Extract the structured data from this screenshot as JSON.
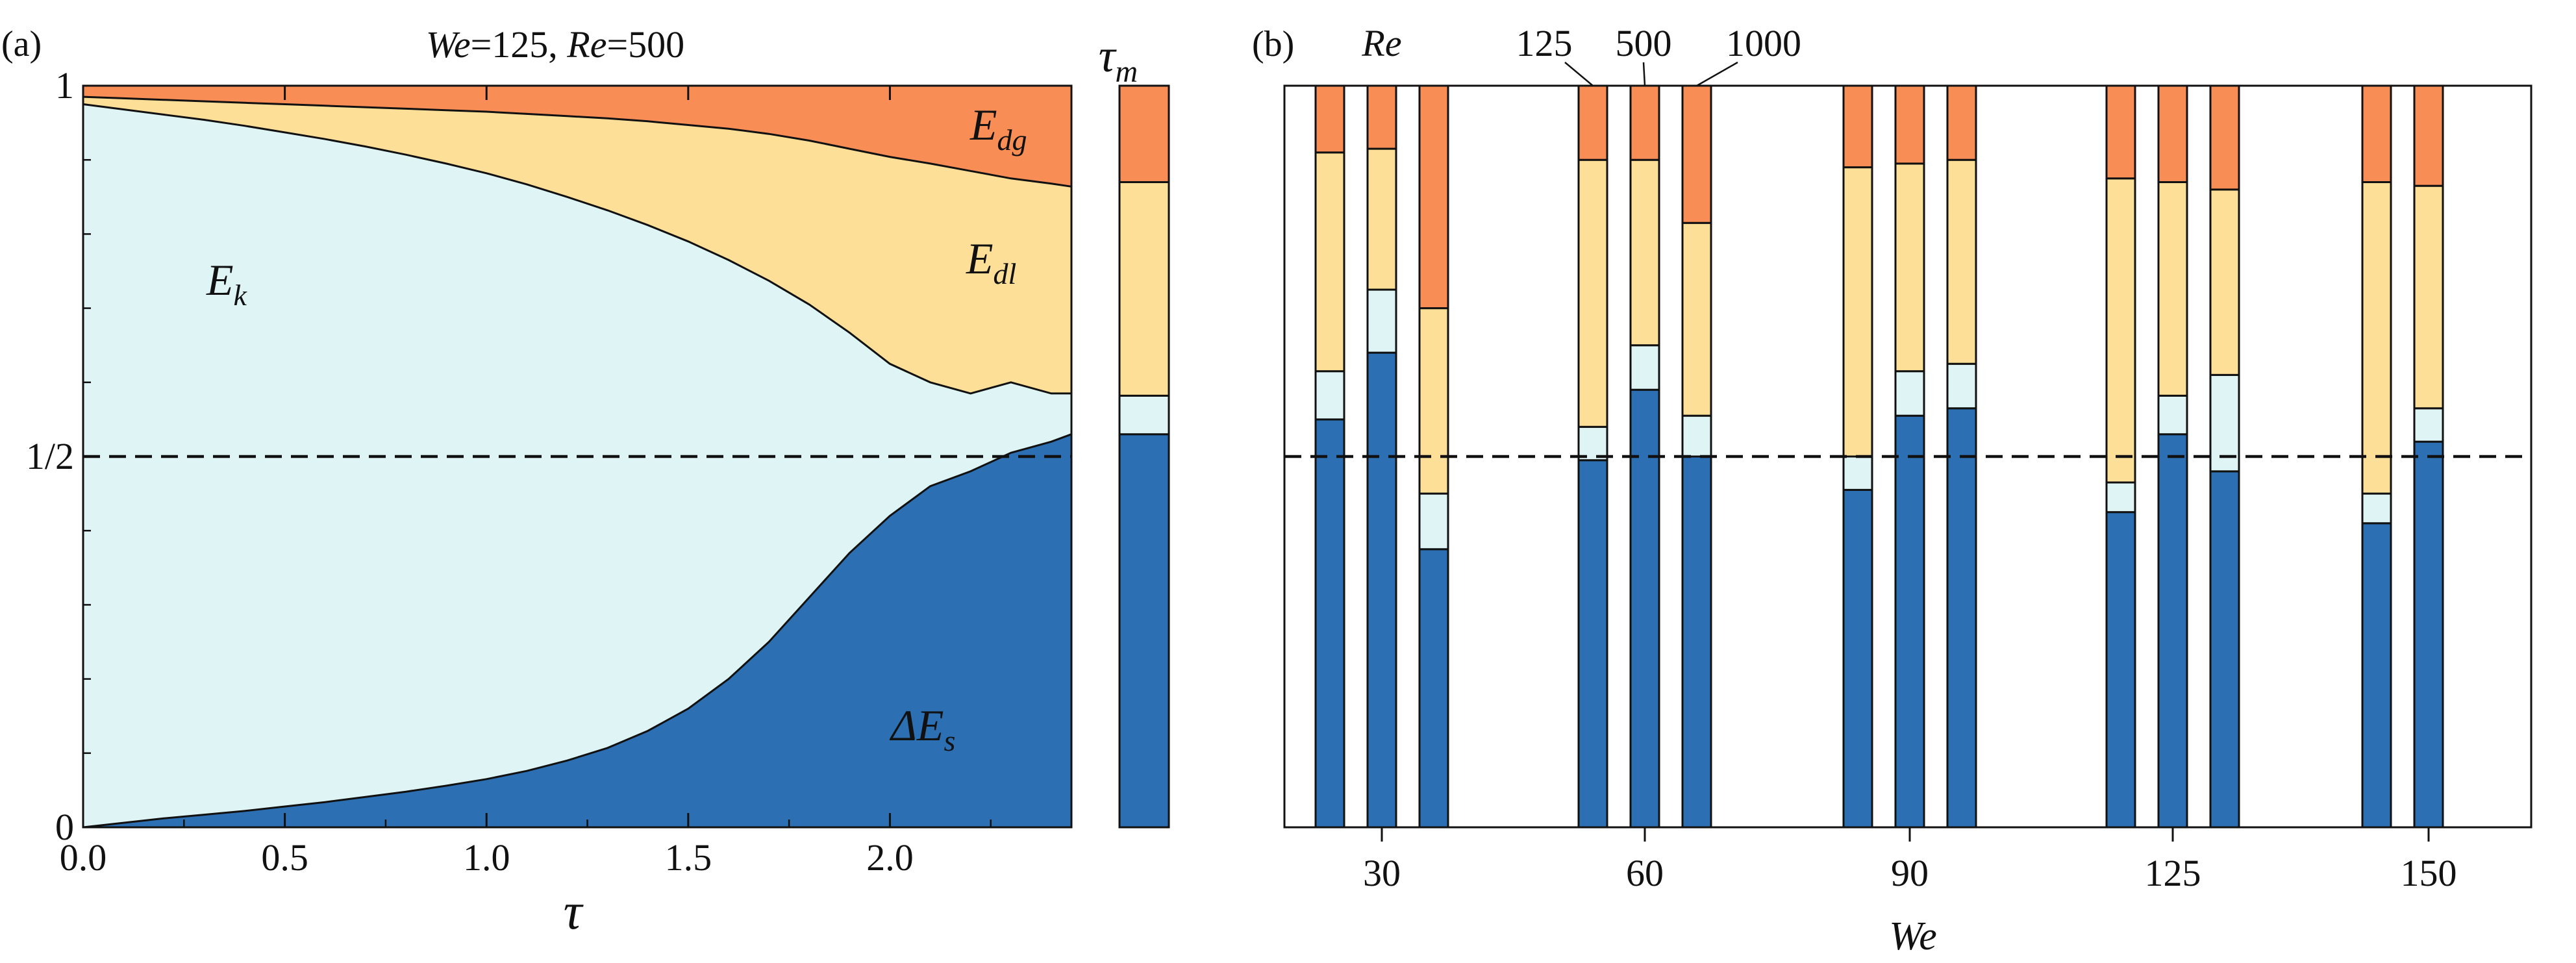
{
  "colors": {
    "deltaEs": "#2c6fb3",
    "Ek": "#dff4f5",
    "Edl": "#fddf98",
    "Edg": "#f88d55",
    "axis": "#111111"
  },
  "chart_data": [
    {
      "panel_label": "(a)",
      "type": "area",
      "title": {
        "we_sym": "We",
        "we_val": "=125, ",
        "re_sym": "Re",
        "re_val": "=500"
      },
      "xlabel": "τ",
      "xlim": [
        0,
        2.45
      ],
      "ylim": [
        0,
        1
      ],
      "x_ticks": [
        0,
        0.5,
        1.0,
        1.5,
        2.0
      ],
      "x_tick_labels": [
        "0.0",
        "0.5",
        "1.0",
        "1.5",
        "2.0"
      ],
      "y_ticks": [
        0,
        0.5,
        1
      ],
      "y_tick_labels": [
        "0",
        "1/2",
        "1"
      ],
      "reference_line": 0.5,
      "region_labels": {
        "Ek": {
          "base": "E",
          "sub": "k"
        },
        "Edl": {
          "base": "E",
          "sub": "dl"
        },
        "Edg": {
          "base": "E",
          "sub": "dg"
        },
        "deltaEs": {
          "base": "ΔE",
          "sub": "s"
        }
      },
      "x": [
        0,
        0.1,
        0.2,
        0.3,
        0.4,
        0.5,
        0.6,
        0.7,
        0.8,
        0.9,
        1.0,
        1.1,
        1.2,
        1.3,
        1.4,
        1.5,
        1.6,
        1.7,
        1.8,
        1.9,
        2.0,
        2.1,
        2.2,
        2.3,
        2.4,
        2.45
      ],
      "boundaries": {
        "deltaEs_top": [
          0.0,
          0.006,
          0.012,
          0.017,
          0.022,
          0.028,
          0.034,
          0.041,
          0.048,
          0.056,
          0.065,
          0.076,
          0.09,
          0.107,
          0.13,
          0.16,
          0.2,
          0.25,
          0.31,
          0.37,
          0.42,
          0.46,
          0.48,
          0.505,
          0.52,
          0.53
        ],
        "Ek_top": [
          0.975,
          0.968,
          0.961,
          0.954,
          0.946,
          0.937,
          0.928,
          0.918,
          0.907,
          0.895,
          0.882,
          0.867,
          0.85,
          0.832,
          0.812,
          0.79,
          0.765,
          0.737,
          0.705,
          0.667,
          0.625,
          0.6,
          0.585,
          0.6,
          0.585,
          0.585
        ],
        "Edl_top": [
          0.985,
          0.983,
          0.981,
          0.979,
          0.977,
          0.975,
          0.973,
          0.971,
          0.969,
          0.967,
          0.965,
          0.962,
          0.959,
          0.956,
          0.952,
          0.947,
          0.942,
          0.935,
          0.926,
          0.915,
          0.904,
          0.895,
          0.885,
          0.875,
          0.868,
          0.864
        ]
      },
      "tau_m": {
        "label_base": "τ",
        "label_sub": "m",
        "stack": {
          "deltaEs": 0.53,
          "Ek": 0.052,
          "Edl": 0.288,
          "Edg": 0.13
        }
      }
    },
    {
      "panel_label": "(b)",
      "type": "bar",
      "stacked": true,
      "xlabel": "We",
      "series_order": [
        "deltaEs",
        "Ek",
        "Edl",
        "Edg"
      ],
      "ylim": [
        0,
        1
      ],
      "reference_line": 0.5,
      "re_legend": {
        "title": "Re",
        "labels": [
          "125",
          "500",
          "1000"
        ]
      },
      "categories": [
        "30",
        "60",
        "90",
        "125",
        "150"
      ],
      "groups": [
        {
          "We": "30",
          "bars": [
            {
              "Re": "125",
              "deltaEs": 0.55,
              "Ek": 0.065,
              "Edl": 0.295,
              "Edg": 0.09
            },
            {
              "Re": "500",
              "deltaEs": 0.64,
              "Ek": 0.085,
              "Edl": 0.19,
              "Edg": 0.085
            },
            {
              "Re": "1000",
              "deltaEs": 0.375,
              "Ek": 0.075,
              "Edl": 0.25,
              "Edg": 0.3
            }
          ]
        },
        {
          "We": "60",
          "bars": [
            {
              "Re": "125",
              "deltaEs": 0.495,
              "Ek": 0.045,
              "Edl": 0.36,
              "Edg": 0.1
            },
            {
              "Re": "500",
              "deltaEs": 0.59,
              "Ek": 0.06,
              "Edl": 0.25,
              "Edg": 0.1
            },
            {
              "Re": "1000",
              "deltaEs": 0.5,
              "Ek": 0.055,
              "Edl": 0.26,
              "Edg": 0.185
            }
          ]
        },
        {
          "We": "90",
          "bars": [
            {
              "Re": "125",
              "deltaEs": 0.455,
              "Ek": 0.045,
              "Edl": 0.39,
              "Edg": 0.11
            },
            {
              "Re": "500",
              "deltaEs": 0.555,
              "Ek": 0.06,
              "Edl": 0.28,
              "Edg": 0.105
            },
            {
              "Re": "1000",
              "deltaEs": 0.565,
              "Ek": 0.06,
              "Edl": 0.275,
              "Edg": 0.1
            }
          ]
        },
        {
          "We": "125",
          "bars": [
            {
              "Re": "125",
              "deltaEs": 0.425,
              "Ek": 0.04,
              "Edl": 0.41,
              "Edg": 0.125
            },
            {
              "Re": "500",
              "deltaEs": 0.53,
              "Ek": 0.052,
              "Edl": 0.288,
              "Edg": 0.13
            },
            {
              "Re": "1000",
              "deltaEs": 0.48,
              "Ek": 0.13,
              "Edl": 0.25,
              "Edg": 0.14
            }
          ]
        },
        {
          "We": "150",
          "bars": [
            {
              "Re": "125",
              "deltaEs": 0.41,
              "Ek": 0.04,
              "Edl": 0.42,
              "Edg": 0.13
            },
            {
              "Re": "500",
              "deltaEs": 0.52,
              "Ek": 0.045,
              "Edl": 0.3,
              "Edg": 0.135
            }
          ]
        }
      ]
    }
  ]
}
